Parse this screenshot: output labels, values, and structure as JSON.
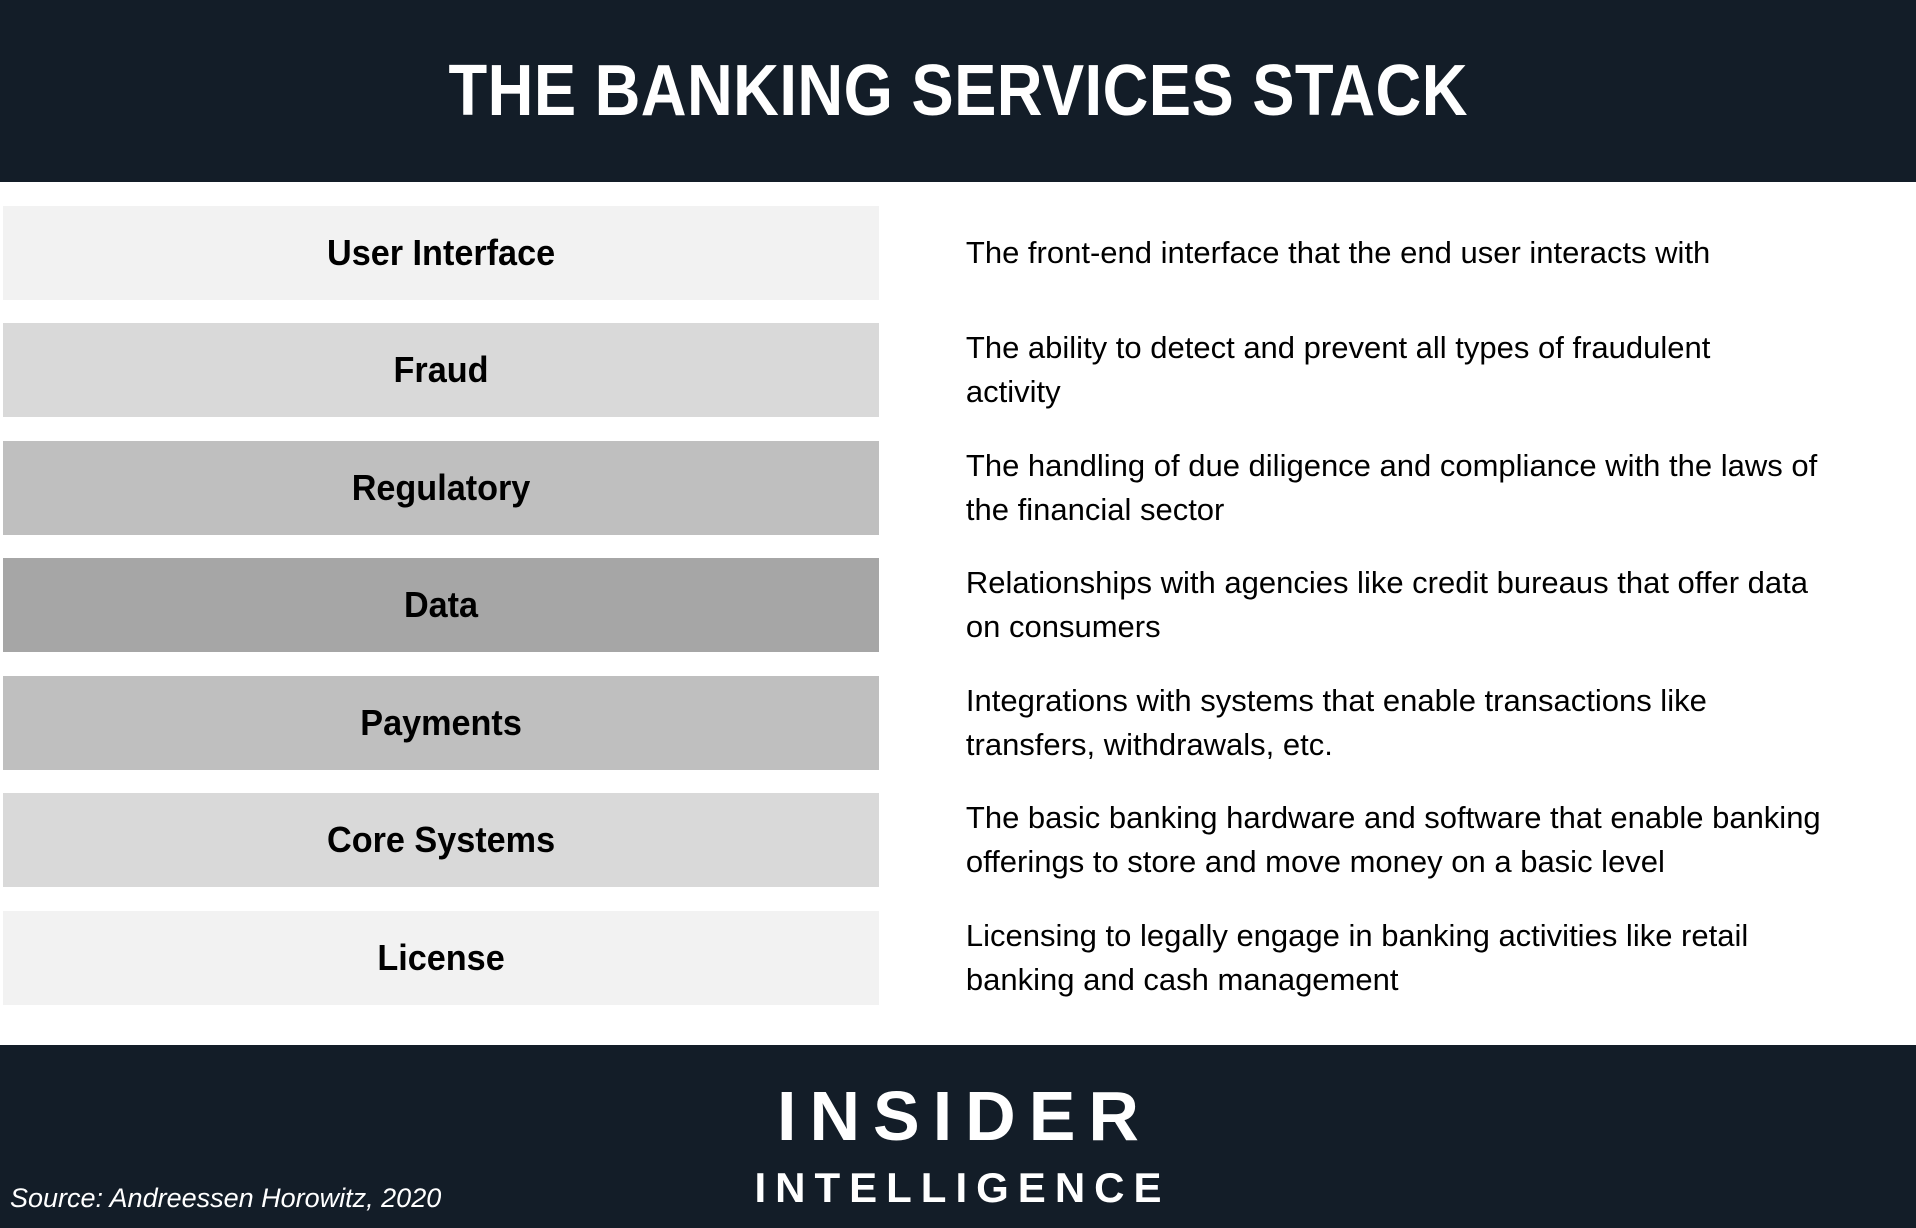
{
  "header": {
    "title": "THE BANKING SERVICES STACK"
  },
  "colors": {
    "navy": "#131d28",
    "text": "#000000",
    "white": "#ffffff"
  },
  "stack": {
    "rows": [
      {
        "label": "User Interface",
        "description": "The front-end interface that the end user interacts with",
        "shade": "#f2f2f2"
      },
      {
        "label": "Fraud",
        "description": "The ability to detect and prevent all types of fraudulent\nactivity",
        "shade": "#d9d9d9"
      },
      {
        "label": "Regulatory",
        "description": "The handling of due diligence and compliance with the laws of\nthe financial sector",
        "shade": "#bfbfbf"
      },
      {
        "label": "Data",
        "description": "Relationships with agencies like credit bureaus that offer data\non consumers",
        "shade": "#a6a6a6"
      },
      {
        "label": "Payments",
        "description": "Integrations with systems that enable transactions like\ntransfers, withdrawals, etc.",
        "shade": "#bfbfbf"
      },
      {
        "label": "Core Systems",
        "description": "The basic banking hardware and software that enable banking\nofferings to store and move money on a basic level",
        "shade": "#d9d9d9"
      },
      {
        "label": "License",
        "description": "Licensing to legally engage in banking activities like retail\nbanking and cash management",
        "shade": "#f2f2f2"
      }
    ]
  },
  "footer": {
    "brand_line1": "INSIDER",
    "brand_line2": "INTELLIGENCE",
    "source": "Source: Andreessen Horowitz, 2020"
  }
}
